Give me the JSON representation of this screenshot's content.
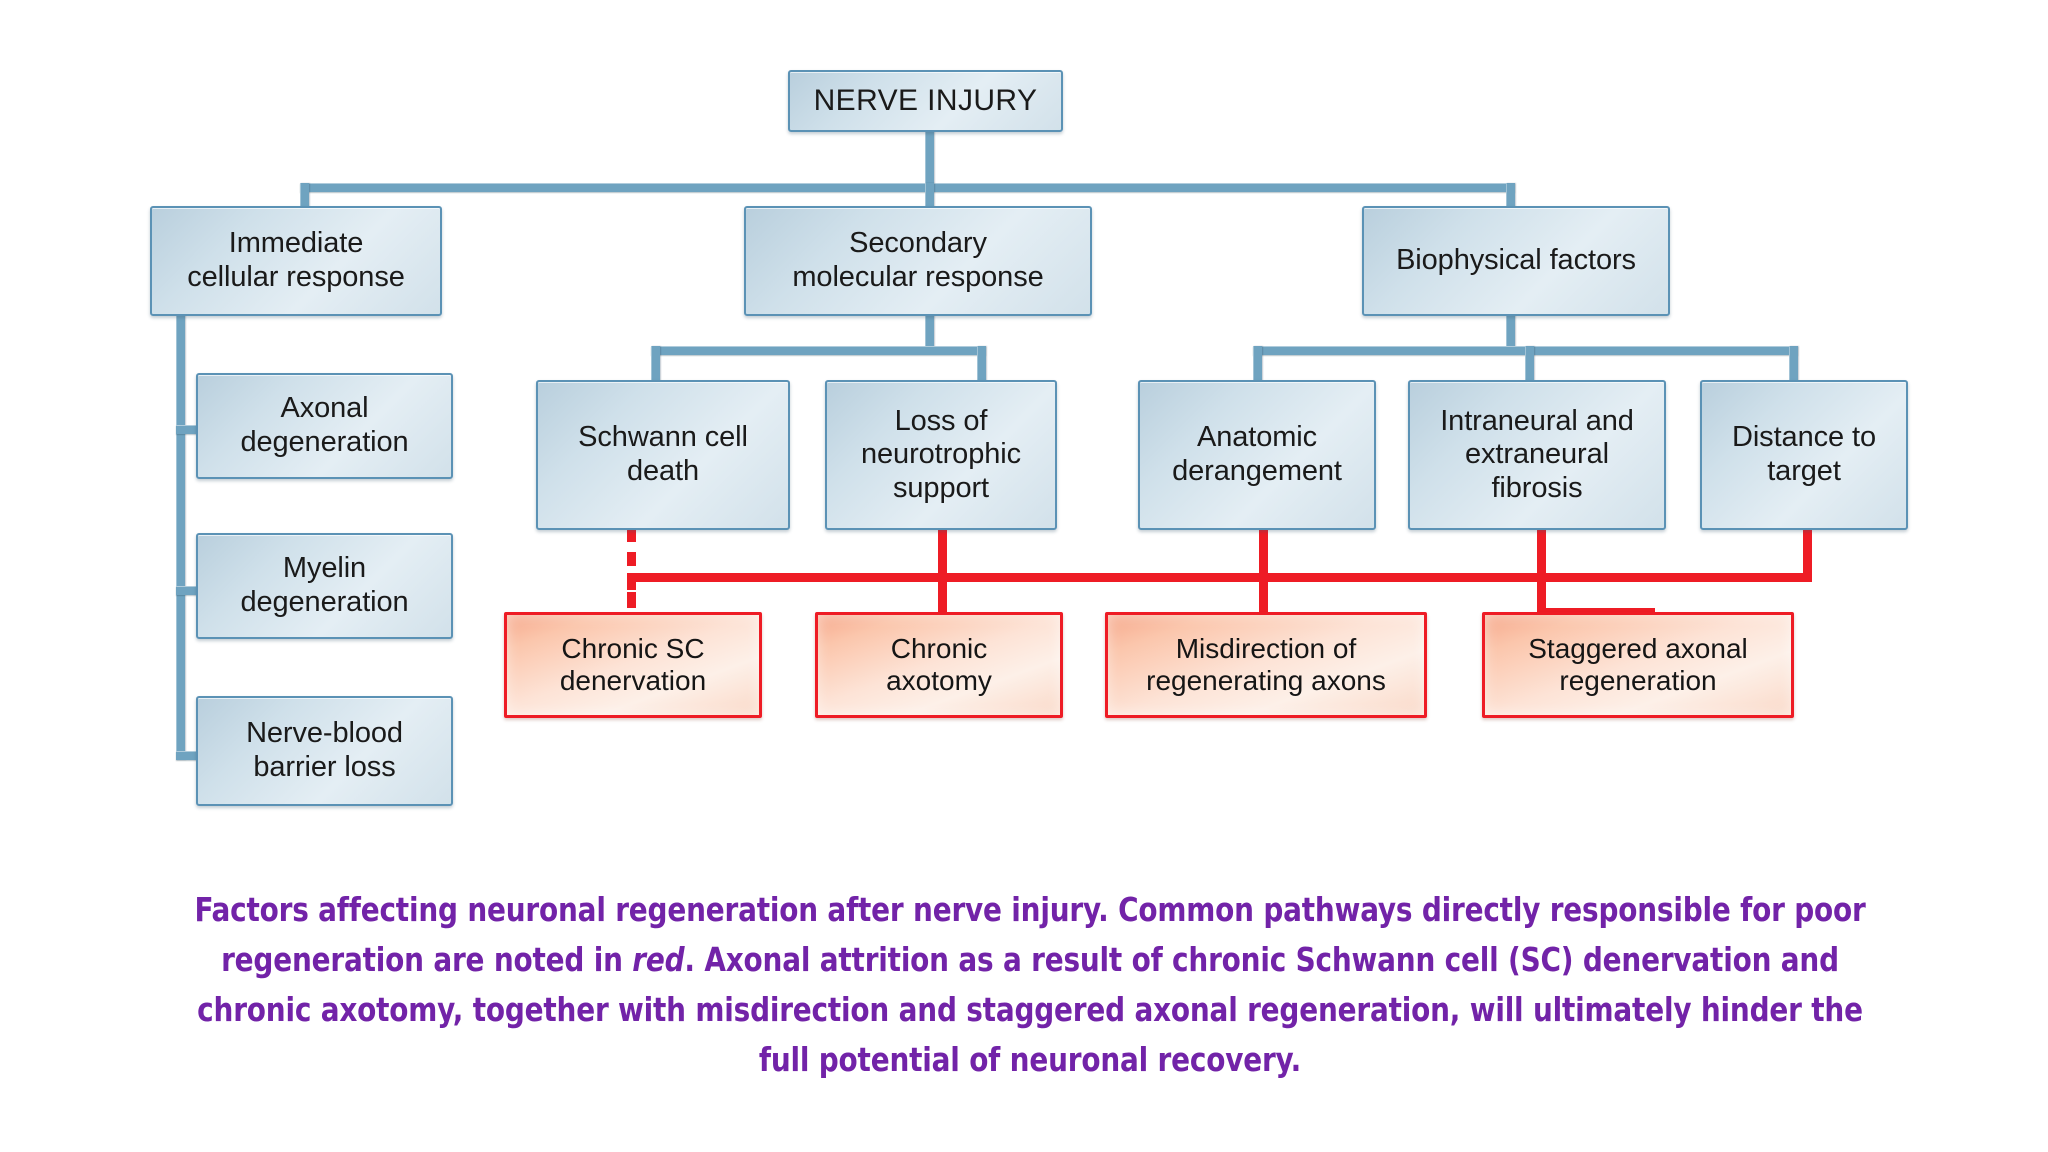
{
  "diagram": {
    "title": "Factors affecting neuronal regeneration after nerve injury",
    "root": {
      "label": "NERVE INJURY"
    },
    "branches": [
      {
        "id": "immediate",
        "label": "Immediate\ncellular response"
      },
      {
        "id": "secondary",
        "label": "Secondary\nmolecular response"
      },
      {
        "id": "biophysical",
        "label": "Biophysical factors"
      }
    ],
    "immediate_children": [
      {
        "id": "axonal-degeneration",
        "label": "Axonal\ndegeneration"
      },
      {
        "id": "myelin-degeneration",
        "label": "Myelin\ndegeneration"
      },
      {
        "id": "nerve-blood-barrier-loss",
        "label": "Nerve-blood\nbarrier loss"
      }
    ],
    "secondary_children": [
      {
        "id": "schwann-cell-death",
        "label": "Schwann cell\ndeath"
      },
      {
        "id": "loss-of-neurotrophic-support",
        "label": "Loss of\nneurotrophic\nsupport"
      }
    ],
    "biophysical_children": [
      {
        "id": "anatomic-derangement",
        "label": "Anatomic\nderangement"
      },
      {
        "id": "intraneural-extraneural-fibrosis",
        "label": "Intraneural and\nextraneural\nfibrosis"
      },
      {
        "id": "distance-to-target",
        "label": "Distance to\ntarget"
      }
    ],
    "outcomes": [
      {
        "id": "chronic-sc-denervation",
        "label": "Chronic SC\ndenervation"
      },
      {
        "id": "chronic-axotomy",
        "label": "Chronic\naxotomy"
      },
      {
        "id": "misdirection-of-regenerating-axons",
        "label": "Misdirection of\nregenerating axons"
      },
      {
        "id": "staggered-axonal-regeneration",
        "label": "Staggered axonal\nregeneration"
      }
    ],
    "colors": {
      "node_border": "#5b92b5",
      "node_fill": "#cfe0ea",
      "connector_blue": "#6fa3c0",
      "outcome_border": "#ee1c25",
      "outcome_fill": "#fde3d6",
      "connector_red": "#ee1c25",
      "caption_text": "#7223a8"
    }
  },
  "caption": {
    "part1": "Factors affecting neuronal regeneration after nerve injury. Common pathways directly responsible for poor regeneration are noted in ",
    "emphasis": "red",
    "part2": ". Axonal attrition as a result of chronic Schwann cell (SC) denervation and chronic axotomy, together with misdirection and staggered axonal regeneration, will ultimately hinder the full potential of neuronal recovery."
  }
}
